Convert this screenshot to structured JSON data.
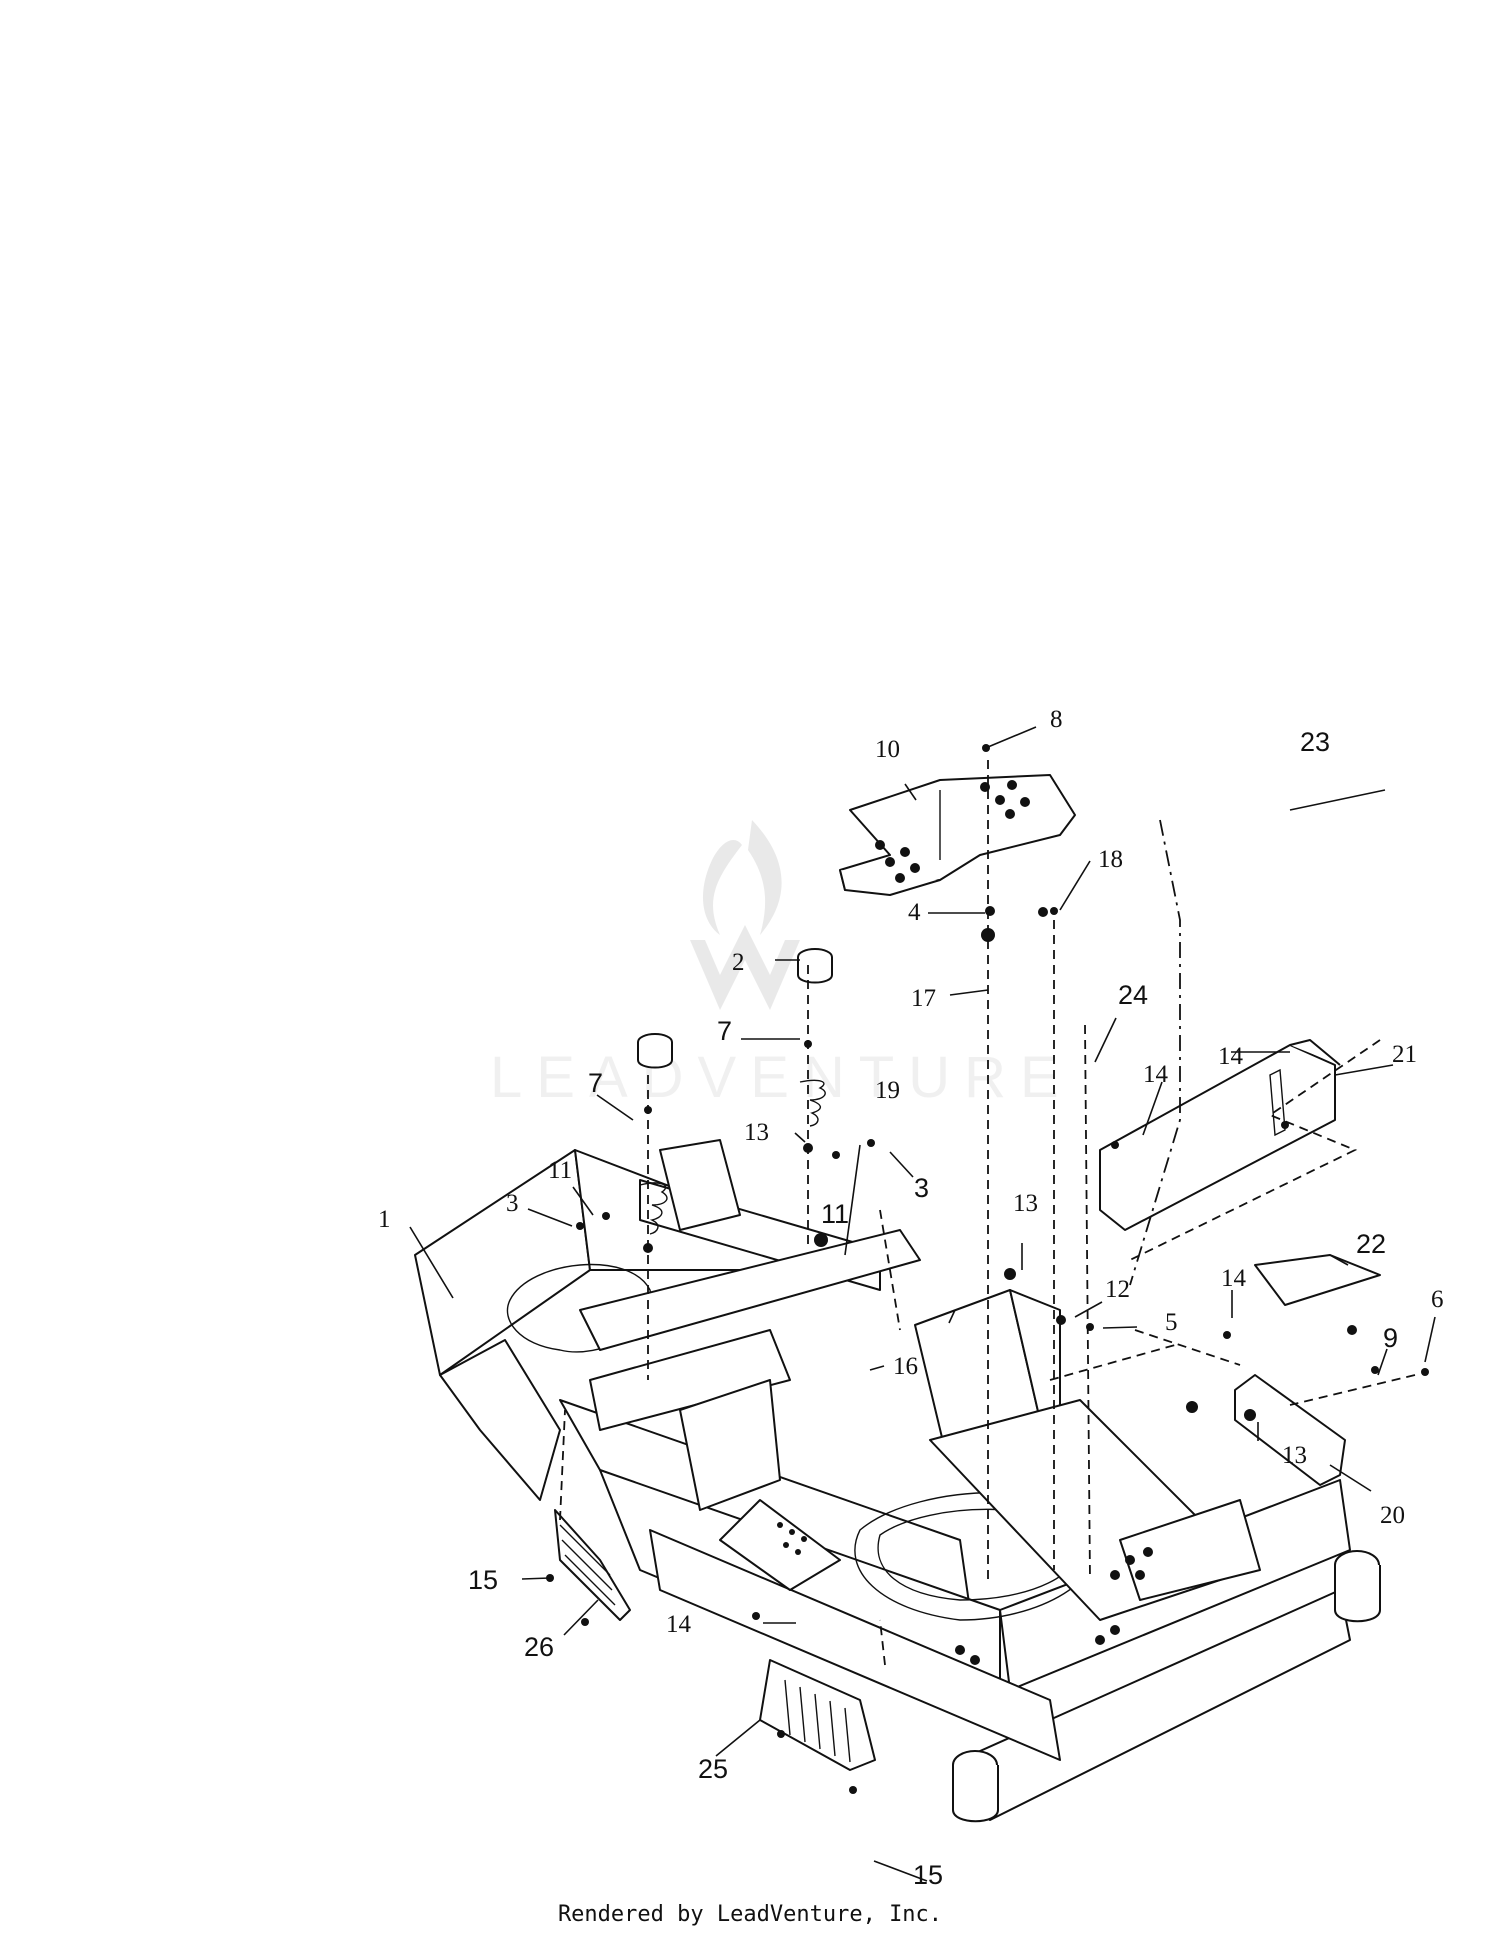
{
  "watermark": {
    "text": "LEADVENTURE"
  },
  "footer": {
    "text": "Rendered by LeadVenture, Inc."
  },
  "callouts": [
    {
      "id": "c1",
      "label": "1"
    },
    {
      "id": "c2",
      "label": "2"
    },
    {
      "id": "c3a",
      "label": "3"
    },
    {
      "id": "c3b",
      "label": "3"
    },
    {
      "id": "c4",
      "label": "4"
    },
    {
      "id": "c5",
      "label": "5"
    },
    {
      "id": "c6",
      "label": "6"
    },
    {
      "id": "c7a",
      "label": "7"
    },
    {
      "id": "c7b",
      "label": "7"
    },
    {
      "id": "c8",
      "label": "8"
    },
    {
      "id": "c9",
      "label": "9"
    },
    {
      "id": "c10",
      "label": "10"
    },
    {
      "id": "c11a",
      "label": "11"
    },
    {
      "id": "c11b",
      "label": "11"
    },
    {
      "id": "c12",
      "label": "12"
    },
    {
      "id": "c13a",
      "label": "13"
    },
    {
      "id": "c13b",
      "label": "13"
    },
    {
      "id": "c13c",
      "label": "13"
    },
    {
      "id": "c14a",
      "label": "14"
    },
    {
      "id": "c14b",
      "label": "14"
    },
    {
      "id": "c14c",
      "label": "14"
    },
    {
      "id": "c14d",
      "label": "14"
    },
    {
      "id": "c15a",
      "label": "15"
    },
    {
      "id": "c15b",
      "label": "15"
    },
    {
      "id": "c16",
      "label": "16"
    },
    {
      "id": "c17",
      "label": "17"
    },
    {
      "id": "c18",
      "label": "18"
    },
    {
      "id": "c19",
      "label": "19"
    },
    {
      "id": "c20",
      "label": "20"
    },
    {
      "id": "c21",
      "label": "21"
    },
    {
      "id": "c22",
      "label": "22"
    },
    {
      "id": "c23",
      "label": "23"
    },
    {
      "id": "c24",
      "label": "24"
    },
    {
      "id": "c25",
      "label": "25"
    },
    {
      "id": "c26",
      "label": "26"
    }
  ]
}
